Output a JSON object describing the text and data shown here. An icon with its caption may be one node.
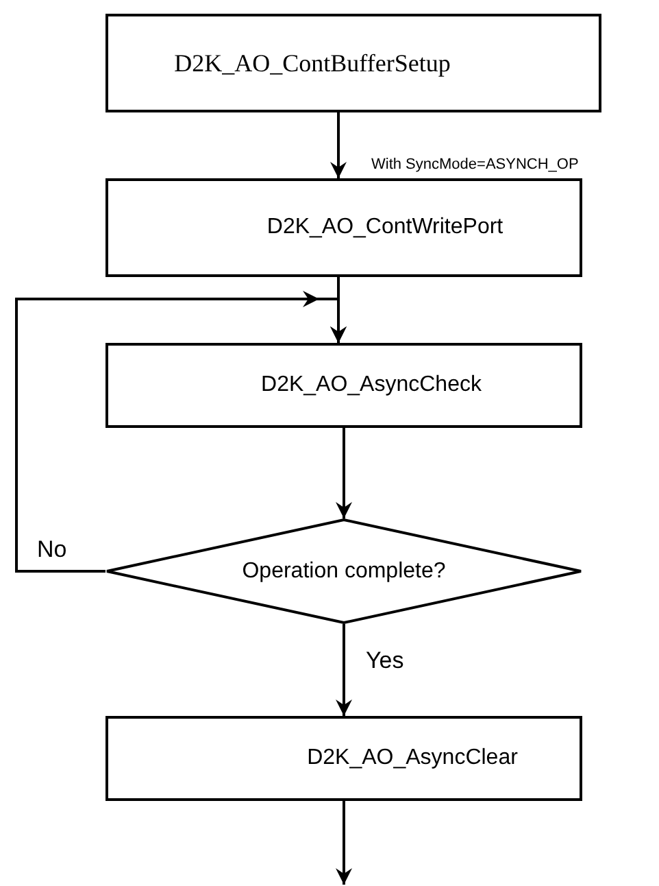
{
  "diagram": {
    "nodes": [
      {
        "text": [
          "D2K_AO_ContBufferSetup"
        ]
      },
      {
        "text": [
          "D2K_AO_ContWritePort"
        ]
      },
      {
        "text": [
          "D2K_AO_AsyncCheck"
        ]
      },
      {
        "text": [
          "Operation complete?"
        ]
      },
      {
        "text": [
          "D2K_AO_AsyncClear"
        ]
      }
    ],
    "edges": [
      {
        "from": 0,
        "to": 1,
        "arrow": "to",
        "label": "With SyncMode=ASYNCH_OP"
      },
      {
        "from": 1,
        "to": 2,
        "arrow": "to"
      },
      {
        "from": 2,
        "to": 3,
        "arrow": "to"
      },
      {
        "from": 3,
        "to": 2,
        "arrow": "to",
        "label": "No"
      },
      {
        "from": 3,
        "to": 4,
        "arrow": "to",
        "label": "Yes"
      },
      {
        "from": 4,
        "to": null,
        "arrow": "to"
      }
    ]
  }
}
